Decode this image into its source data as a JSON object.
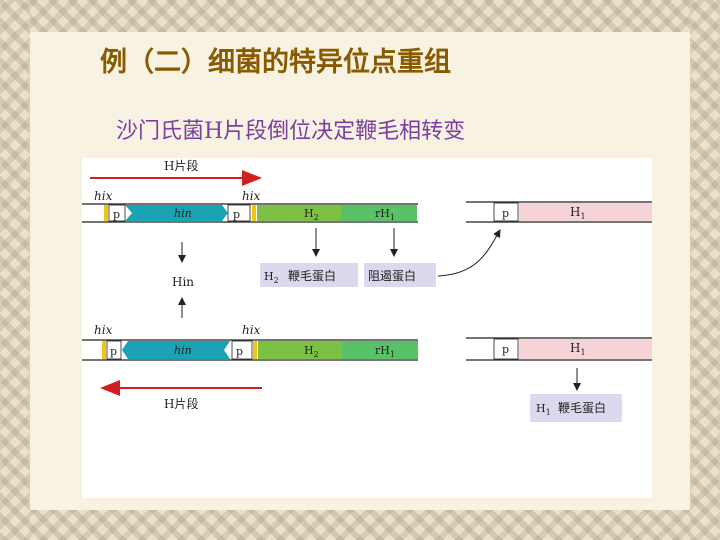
{
  "title": "例（二）细菌的特异位点重组",
  "subtitle": "沙门氏菌H片段倒位决定鞭毛相转变",
  "diagram": {
    "top_segment_label": "H片段",
    "bottom_segment_label": "H片段",
    "hix_left": "hix",
    "hix_right": "hix",
    "promoter": "p",
    "hin_gene": "hin",
    "h2_gene": "H",
    "h2_sub": "2",
    "rh1_gene": "rH",
    "rh1_sub": "1",
    "h1_gene": "H",
    "h1_sub": "1",
    "hin_protein": "Hin",
    "h2_flagellin": "鞭毛蛋白",
    "repressor": "阻遏蛋白",
    "h1_flagellin": "鞭毛蛋白",
    "colors": {
      "arrow_red": "#d11f1f",
      "hin_teal": "#1aa3b5",
      "h2_green": "#7cc143",
      "rh1_green": "#59c269",
      "h1_pink": "#f6d3d6",
      "label_box": "#dcd9ef",
      "hix_yellow": "#f2c40f"
    }
  }
}
